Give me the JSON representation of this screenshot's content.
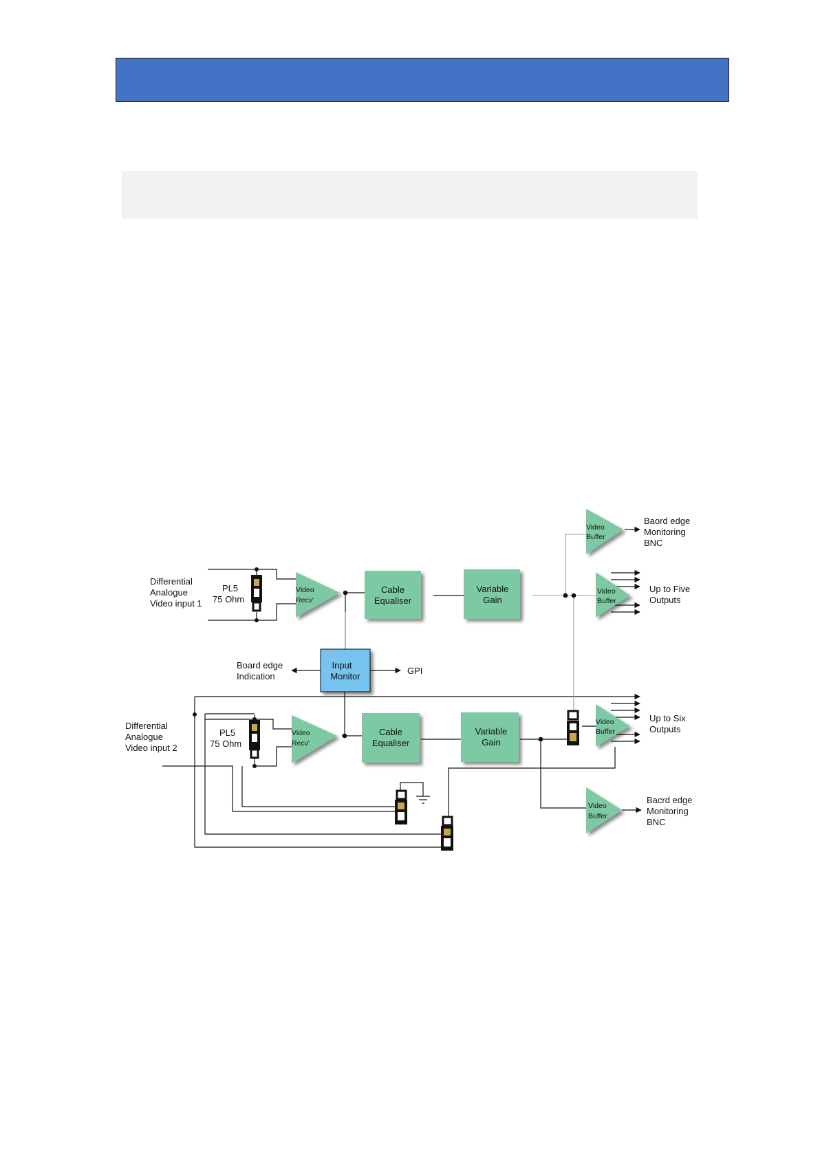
{
  "input1": {
    "line1": "Differential",
    "line2": "Analogue",
    "line3": "Video input 1"
  },
  "input2": {
    "line1": "Differential",
    "line2": "Analogue",
    "line3": "Video input 2"
  },
  "pl5_top": {
    "line1": "PL5",
    "line2": "75 Ohm"
  },
  "pl5_bottom": {
    "line1": "PL5",
    "line2": "75 Ohm"
  },
  "recv_top": {
    "line1": "Video",
    "line2": "Recv'"
  },
  "recv_bottom": {
    "line1": "Video",
    "line2": "Recv'"
  },
  "eq_top": {
    "line1": "Cable",
    "line2": "Equaliser"
  },
  "eq_bottom": {
    "line1": "Cable",
    "line2": "Equaliser"
  },
  "gain_top": {
    "line1": "Variable",
    "line2": "Gain"
  },
  "gain_bottom": {
    "line1": "Variable",
    "line2": "Gain"
  },
  "monitor": {
    "line1": "Input",
    "line2": "Monitor"
  },
  "board_edge_indication": {
    "line1": "Board edge",
    "line2": "Indication"
  },
  "gpi": "GPI",
  "buffer_monitor_top": {
    "line1": "Video",
    "line2": "Buffer"
  },
  "buffer_out_top": {
    "line1": "Video",
    "line2": "Buffer"
  },
  "buffer_out_bottom": {
    "line1": "Video",
    "line2": "Buffer"
  },
  "buffer_monitor_bottom": {
    "line1": "Video",
    "line2": "Buffer"
  },
  "bnc_top": {
    "line1": "Baord edge",
    "line2": "Monitoring",
    "line3": "BNC"
  },
  "bnc_bottom": {
    "line1": "Bacrd edge",
    "line2": "Monitoring",
    "line3": "BNC"
  },
  "outputs_five": {
    "line1": "Up to Five",
    "line2": "Outputs"
  },
  "outputs_six": {
    "line1": "Up to Six",
    "line2": "Outputs"
  },
  "colors": {
    "header": "#4472C4",
    "grey_box": "#F2F2F2",
    "green_block": "#7CC9A4",
    "blue_block": "#74C3EE"
  }
}
